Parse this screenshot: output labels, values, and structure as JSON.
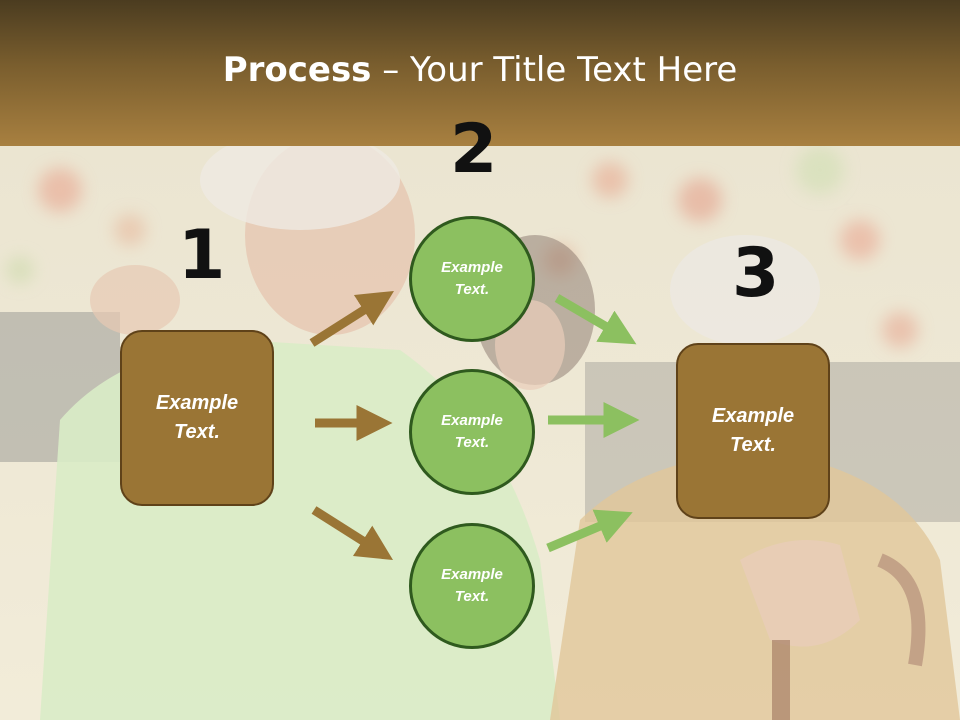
{
  "title": {
    "bold": "Process",
    "rest": " – Your Title Text Here"
  },
  "steps": {
    "num1": "1",
    "num2": "2",
    "num3": "3",
    "box_left": {
      "line1": "Example",
      "line2": "Text."
    },
    "box_right": {
      "line1": "Example",
      "line2": "Text."
    },
    "circles": [
      {
        "line1": "Example",
        "line2": "Text."
      },
      {
        "line1": "Example",
        "line2": "Text."
      },
      {
        "line1": "Example",
        "line2": "Text."
      }
    ]
  },
  "colors": {
    "brown": "#9a7535",
    "green": "#8cc060",
    "header": "#7a5e2e"
  }
}
